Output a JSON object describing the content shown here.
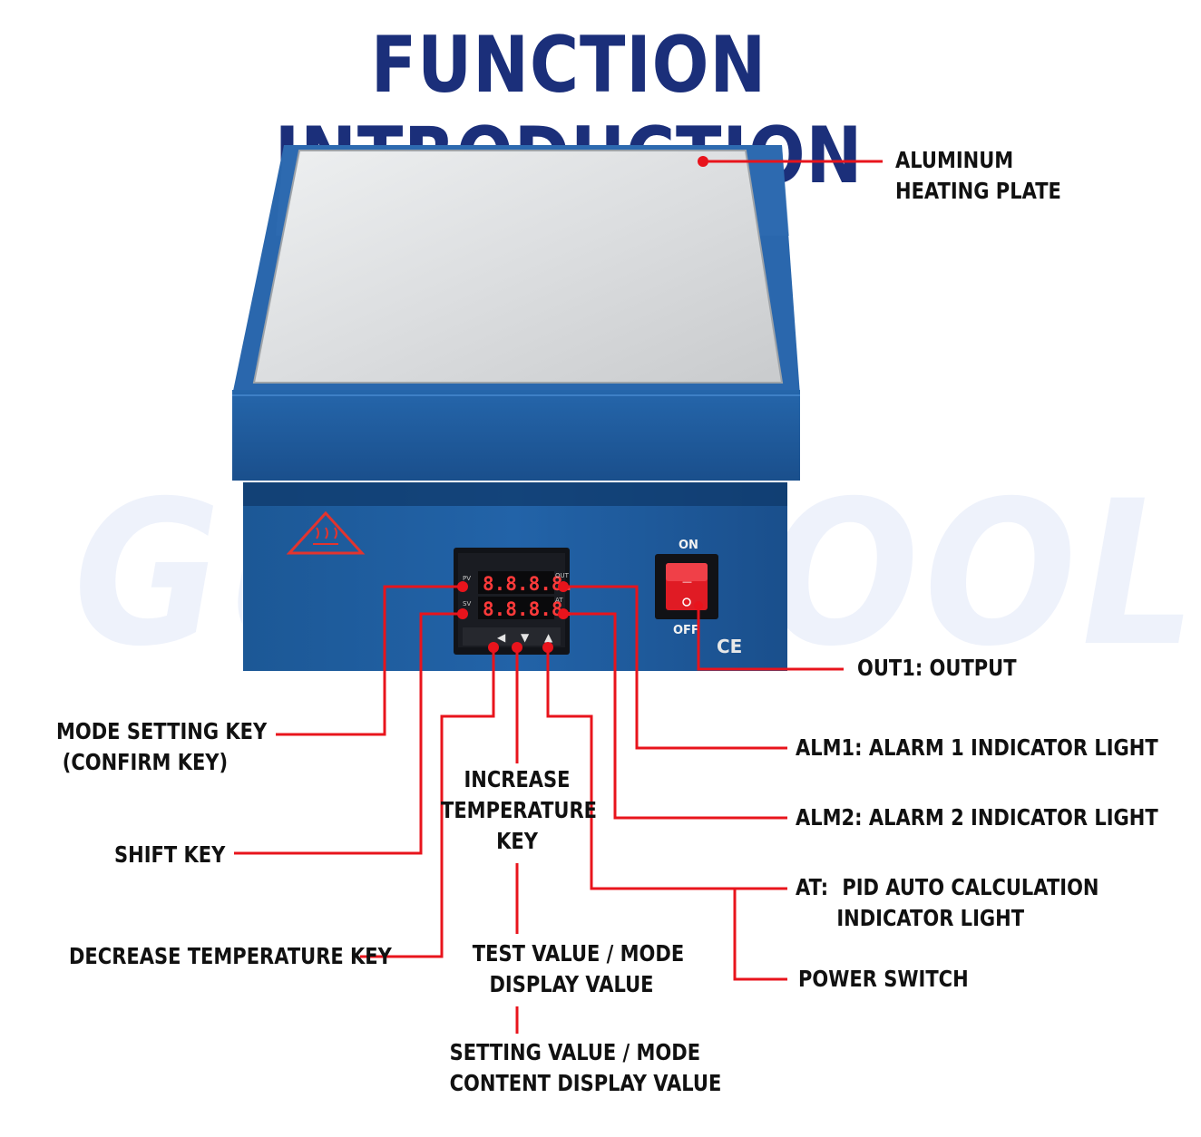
{
  "title": "FUNCTION INTRODUCTION",
  "watermark": "GUEYTOOL",
  "device": {
    "display_top": "8.8.8.8.",
    "display_bottom": "8.8.8.8.",
    "switch_on": "ON",
    "switch_off": "OFF",
    "ce_mark": "CE",
    "key_symbols": [
      "◀",
      "▼",
      "▲"
    ]
  },
  "labels": {
    "aluminum_plate": [
      "ALUMINUM",
      "HEATING PLATE"
    ],
    "out1": "OUT1:  OUTPUT",
    "mode_key": [
      "MODE SETTING KEY",
      "(CONFIRM KEY)"
    ],
    "alm1": "ALM1: ALARM 1 INDICATOR LIGHT",
    "increase_key": [
      "INCREASE",
      "TEMPERATURE",
      "KEY"
    ],
    "alm2": "ALM2: ALARM 2 INDICATOR LIGHT",
    "shift_key": "SHIFT KEY",
    "at_prefix": "AT:",
    "at_text": [
      "PID AUTO CALCULATION",
      "INDICATOR LIGHT"
    ],
    "decrease_key": "DECREASE TEMPERATURE KEY",
    "test_value": [
      "TEST VALUE / MODE",
      "DISPLAY VALUE"
    ],
    "power_switch": "POWER SWITCH",
    "setting_value": [
      "SETTING VALUE / MODE",
      "CONTENT DISPLAY VALUE"
    ]
  },
  "colors": {
    "title": "#1b2f7a",
    "leader_line": "#e8141c",
    "body_blue": "#1f5a9c",
    "plate": "#d9dadb"
  }
}
